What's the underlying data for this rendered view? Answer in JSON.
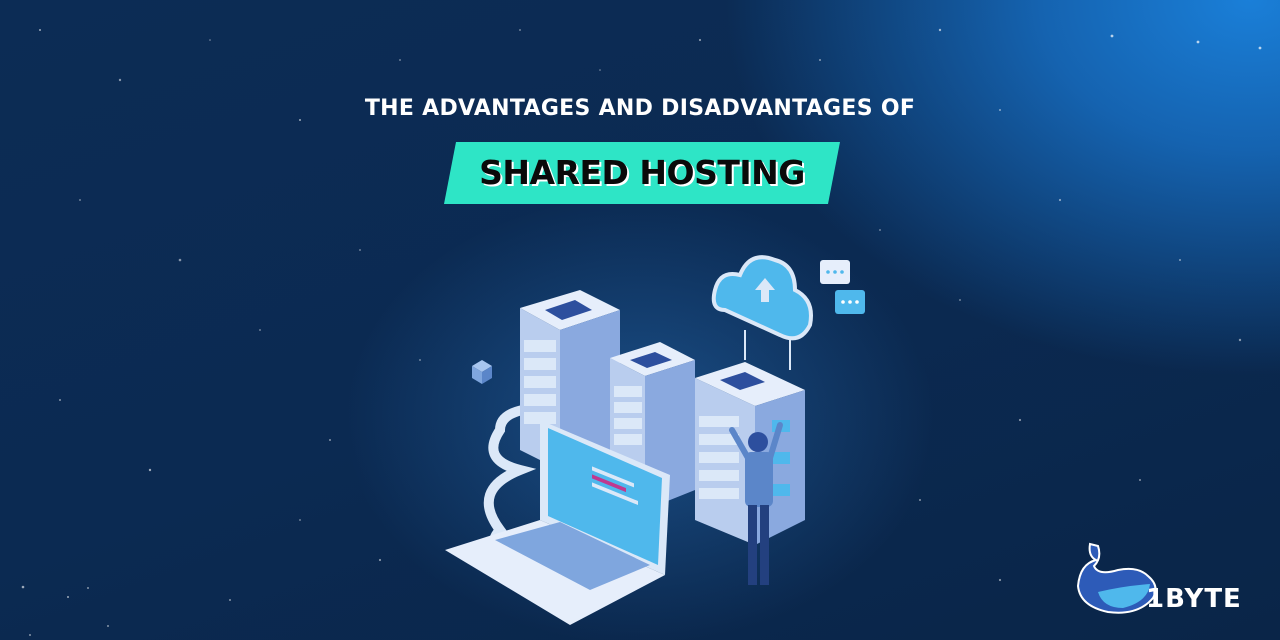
{
  "headline": "THE ADVANTAGES AND DISADVANTAGES OF",
  "highlight": "SHARED HOSTING",
  "brand": {
    "name": "1BYTE"
  },
  "colors": {
    "background_dark": "#0b2a52",
    "background_glow": "#1a7fd8",
    "highlight_bg": "#2ee5c6",
    "highlight_text": "#0a0a0a",
    "headline_text": "#ffffff",
    "illustration_primary": "#4fb8ec",
    "illustration_secondary": "#dbe8f8",
    "illustration_dark": "#2d4f9e"
  },
  "illustration": {
    "elements": [
      "server-rack",
      "server-rack",
      "server-rack",
      "laptop",
      "cloud-upload",
      "chat-bubbles",
      "technician",
      "cube",
      "cable"
    ]
  }
}
